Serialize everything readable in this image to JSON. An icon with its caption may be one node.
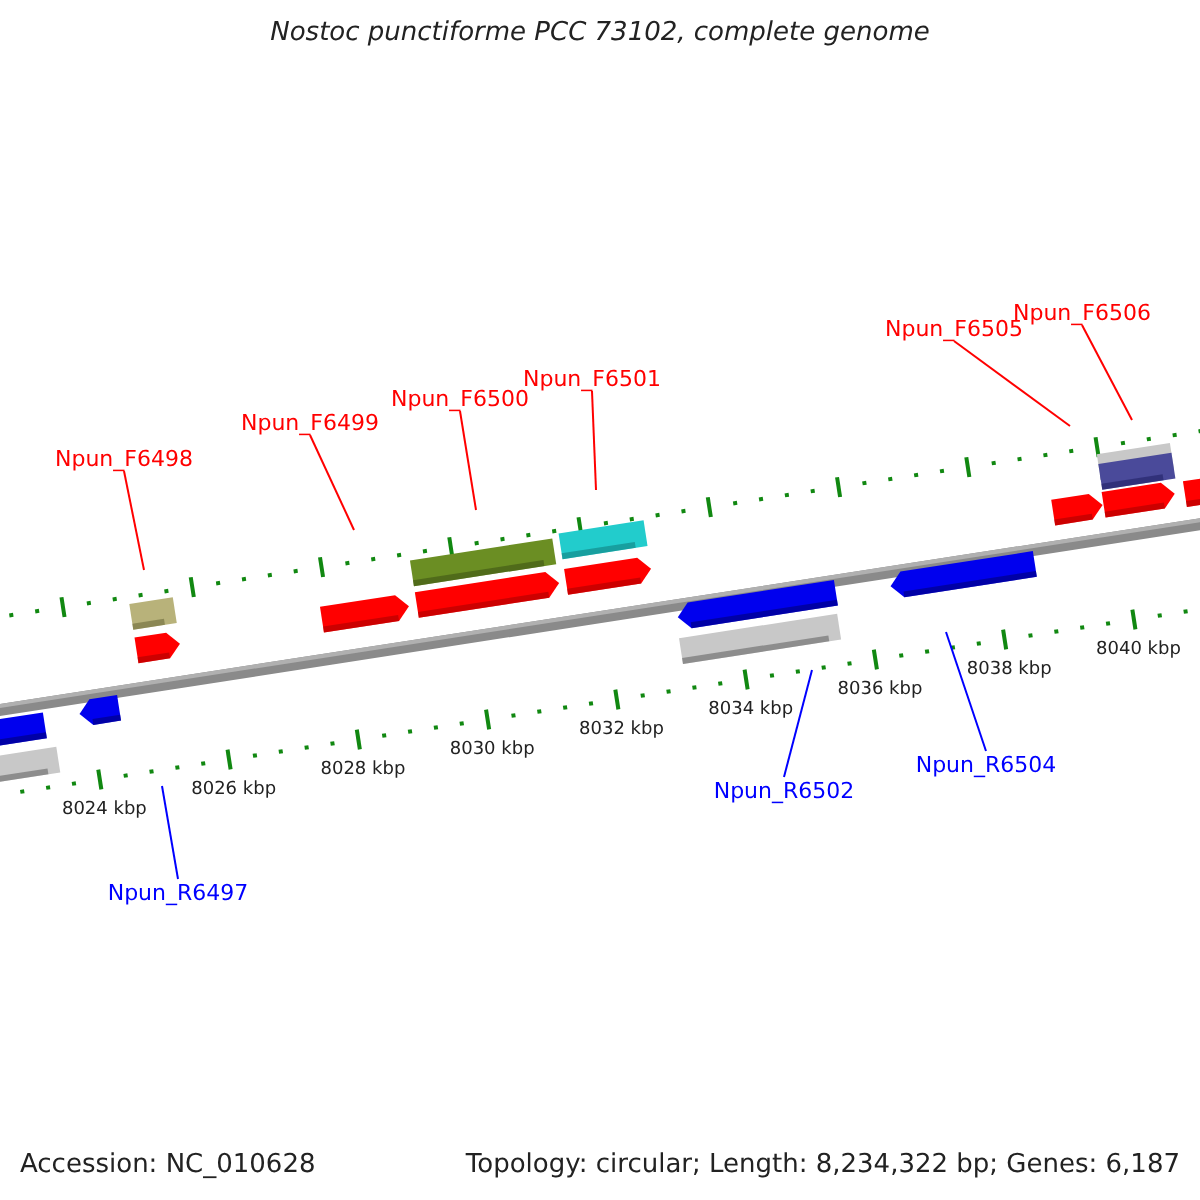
{
  "diagram": {
    "title": "Nostoc punctiforme PCC 73102, complete genome",
    "nodes": [
      {
        "text": [
          "Npun_F6498"
        ]
      },
      {
        "text": [
          "Npun_F6499"
        ]
      },
      {
        "text": [
          "Npun_F6500"
        ]
      },
      {
        "text": [
          "Npun_F6501"
        ]
      },
      {
        "text": [
          "Npun_F6505"
        ]
      },
      {
        "text": [
          "Npun_F6506"
        ]
      },
      {
        "text": [
          "Npun_R6497"
        ]
      },
      {
        "text": [
          "Npun_R6502"
        ]
      },
      {
        "text": [
          "Npun_R6504"
        ]
      }
    ],
    "edges": [
      {
        "from": 0,
        "to": null,
        "arrow": "none"
      },
      {
        "from": 1,
        "to": null,
        "arrow": "none"
      },
      {
        "from": 2,
        "to": null,
        "arrow": "none"
      },
      {
        "from": 3,
        "to": null,
        "arrow": "none"
      },
      {
        "from": 4,
        "to": null,
        "arrow": "none"
      },
      {
        "from": 5,
        "to": null,
        "arrow": "none"
      },
      {
        "from": 6,
        "to": null,
        "arrow": "none",
        "color": "#0000ff"
      },
      {
        "from": 7,
        "to": null,
        "arrow": "none",
        "color": "#0000ff"
      },
      {
        "from": 8,
        "to": null,
        "arrow": "none",
        "color": "#0000ff"
      }
    ],
    "labels": [
      "8024 kbp",
      "8026 kbp",
      "8028 kbp",
      "8030 kbp",
      "8032 kbp",
      "8034 kbp",
      "8036 kbp",
      "8038 kbp",
      "8040 kbp",
      "Accession: NC_010628",
      "Topology: circular; Length: 8,234,322 bp; Genes: 6,187"
    ]
  }
}
